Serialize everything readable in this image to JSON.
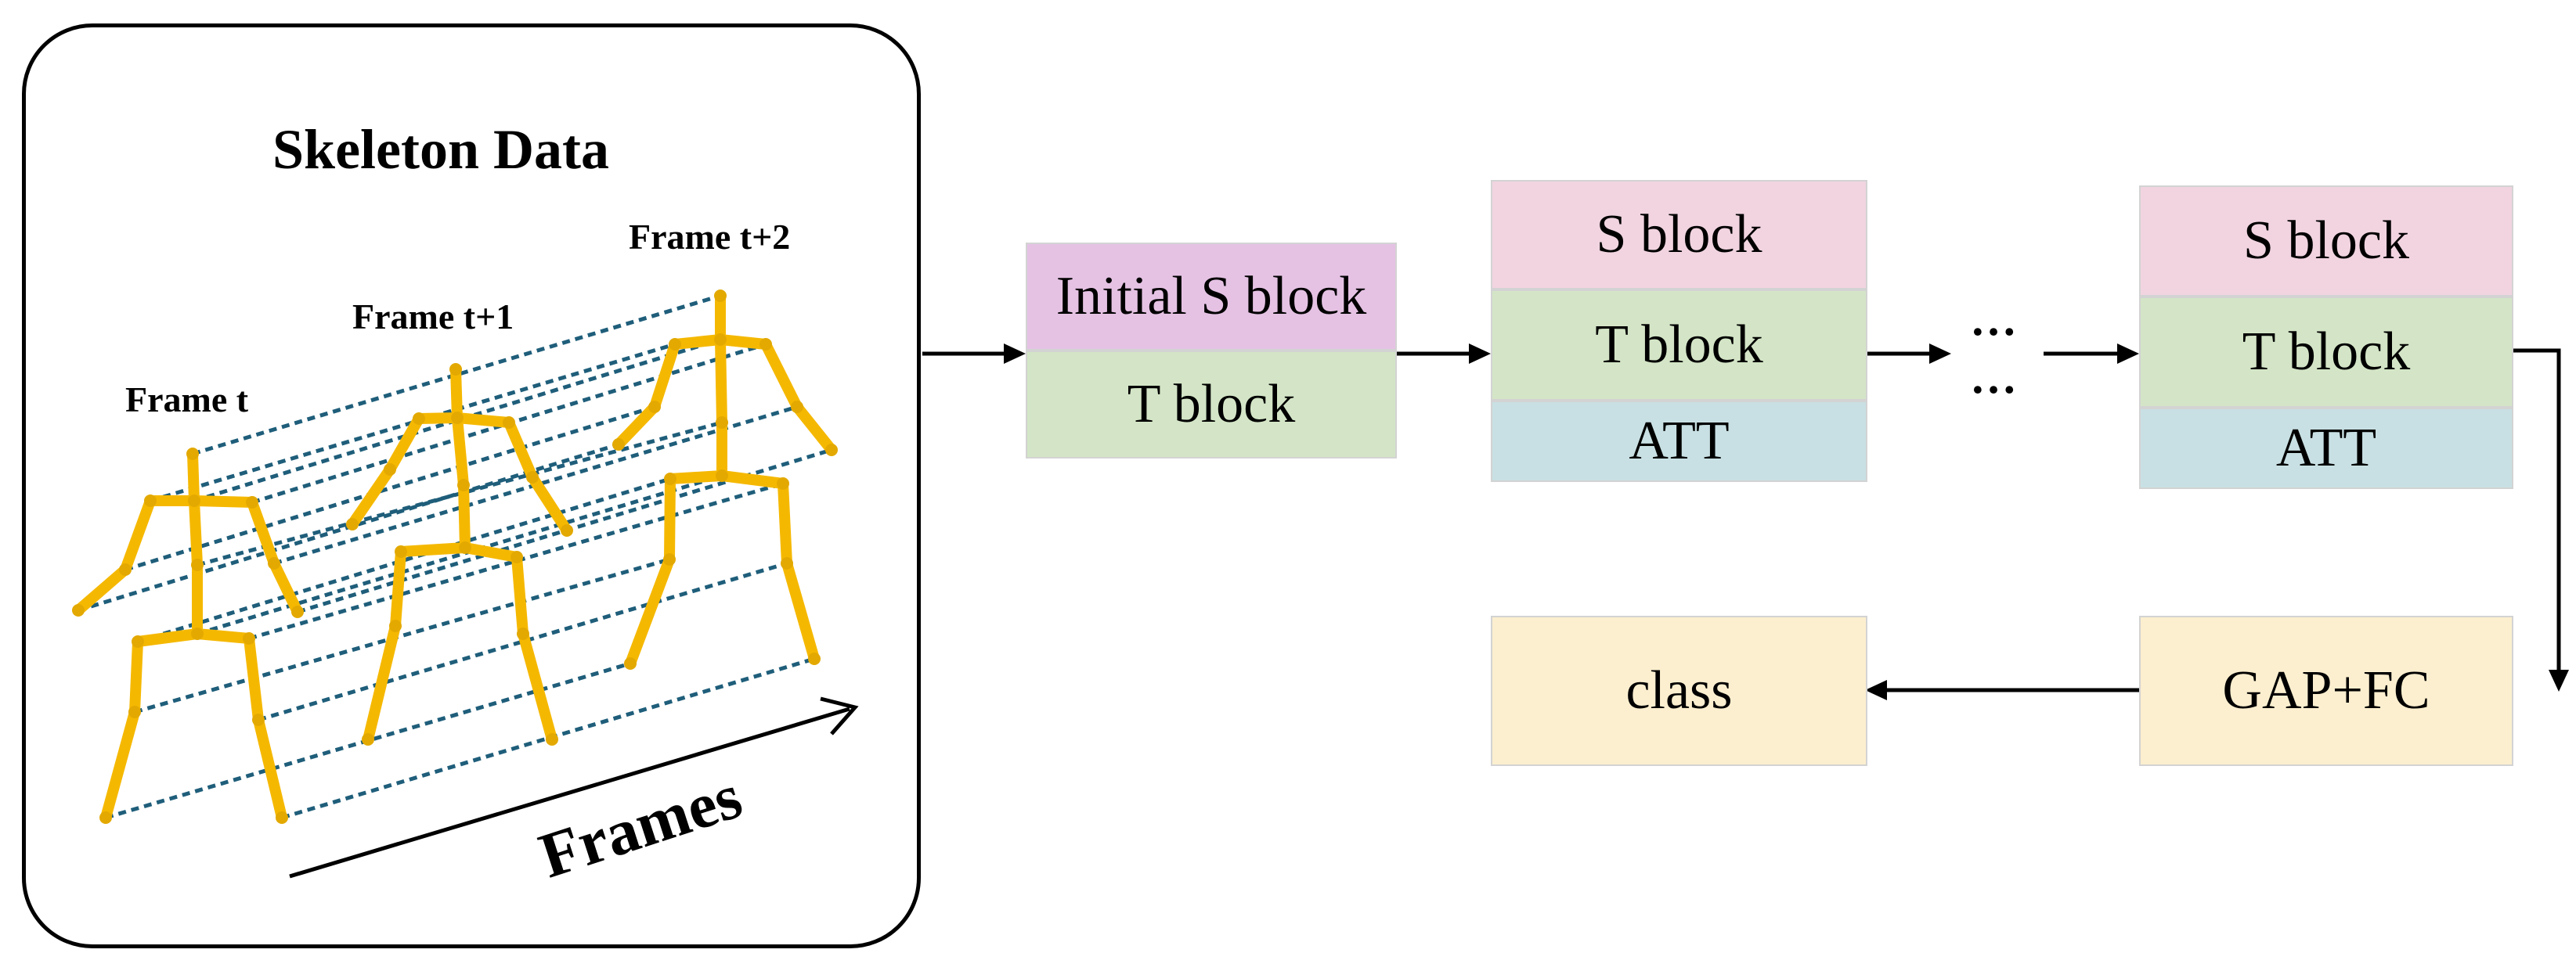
{
  "skeleton_panel": {
    "title": "Skeleton Data",
    "frame_labels": [
      "Frame t",
      "Frame t+1",
      "Frame t+2"
    ],
    "axis_label": "Frames",
    "colors": {
      "skeleton": "#f5b800",
      "joint": "#e0a800",
      "connector": "#1f5e7a"
    }
  },
  "pipeline": {
    "block1": {
      "top": "Initial S block",
      "bottom": "T block"
    },
    "block2": {
      "top": "S block",
      "middle": "T block",
      "bottom": "ATT"
    },
    "ellipsis": "…",
    "block3": {
      "top": "S block",
      "middle": "T block",
      "bottom": "ATT"
    },
    "gap_fc": "GAP+FC",
    "output": "class"
  },
  "colors": {
    "initial_s": "#e5c2e4",
    "s_block": "#f1d4e0",
    "t_block": "#d3e5c6",
    "att": "#c8e0e3",
    "output": "#fcefcf",
    "arrow": "#000000"
  }
}
